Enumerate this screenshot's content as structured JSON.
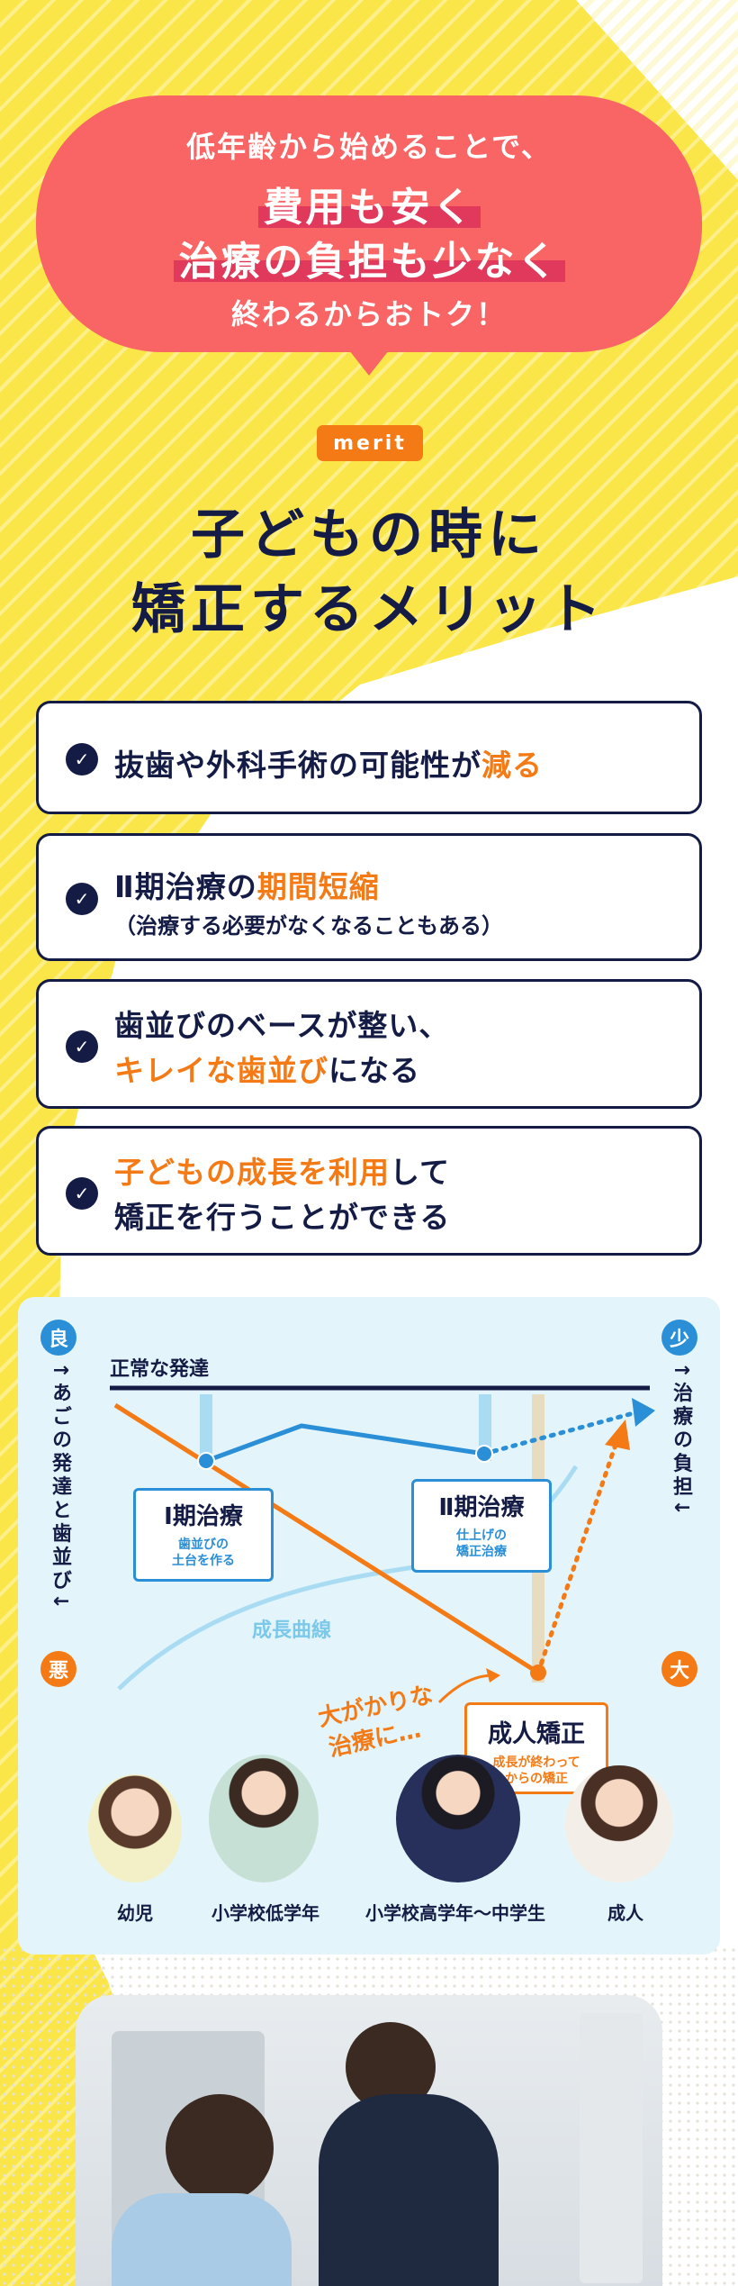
{
  "bubble": {
    "line1": "低年齢から始めることで、",
    "line2": "費用も安く",
    "line3": "治療の負担も少なく",
    "line4": "終わるからおトク！"
  },
  "merit": {
    "badge": "merit",
    "title_line1": "子どもの時に",
    "title_line2": "矯正するメリット"
  },
  "cards": [
    {
      "pre": "抜歯や外科手術の可能性が",
      "highlight": "減る",
      "post": ""
    },
    {
      "pre": "Ⅱ期治療の",
      "highlight": "期間短縮",
      "post": "",
      "sub": "（治療する必要がなくなることもある）"
    },
    {
      "line1": "歯並びのベースが整い、",
      "highlight": "キレイな歯並び",
      "post": "になる"
    },
    {
      "highlight": "子どもの成長を利用",
      "post": "して",
      "line2": "矯正を行うことができる"
    }
  ],
  "chart": {
    "left_top_badge": "良",
    "left_bottom_badge": "悪",
    "left_axis_label": "↑あごの発達と歯並び↓",
    "right_top_badge": "少",
    "right_bottom_badge": "大",
    "right_axis_label": "↑治療の負担↓",
    "normal_label": "正常な発達",
    "growth_curve_label": "成長曲線",
    "stage1_title": "Ⅰ期治療",
    "stage1_sub1": "歯並びの",
    "stage1_sub2": "土台を作る",
    "stage2_title": "Ⅱ期治療",
    "stage2_sub1": "仕上げの",
    "stage2_sub2": "矯正治療",
    "big_treatment_line1": "大がかりな",
    "big_treatment_line2": "治療に…",
    "adult_title": "成人矯正",
    "adult_sub1": "成長が終わって",
    "adult_sub2": "からの矯正",
    "ages": [
      "幼児",
      "小学校低学年",
      "小学校高学年〜中学生",
      "成人"
    ],
    "colors": {
      "navy": "#141b45",
      "orange": "#f47a15",
      "blue": "#2a8fd6",
      "lightblue": "#a9dcf2"
    }
  }
}
